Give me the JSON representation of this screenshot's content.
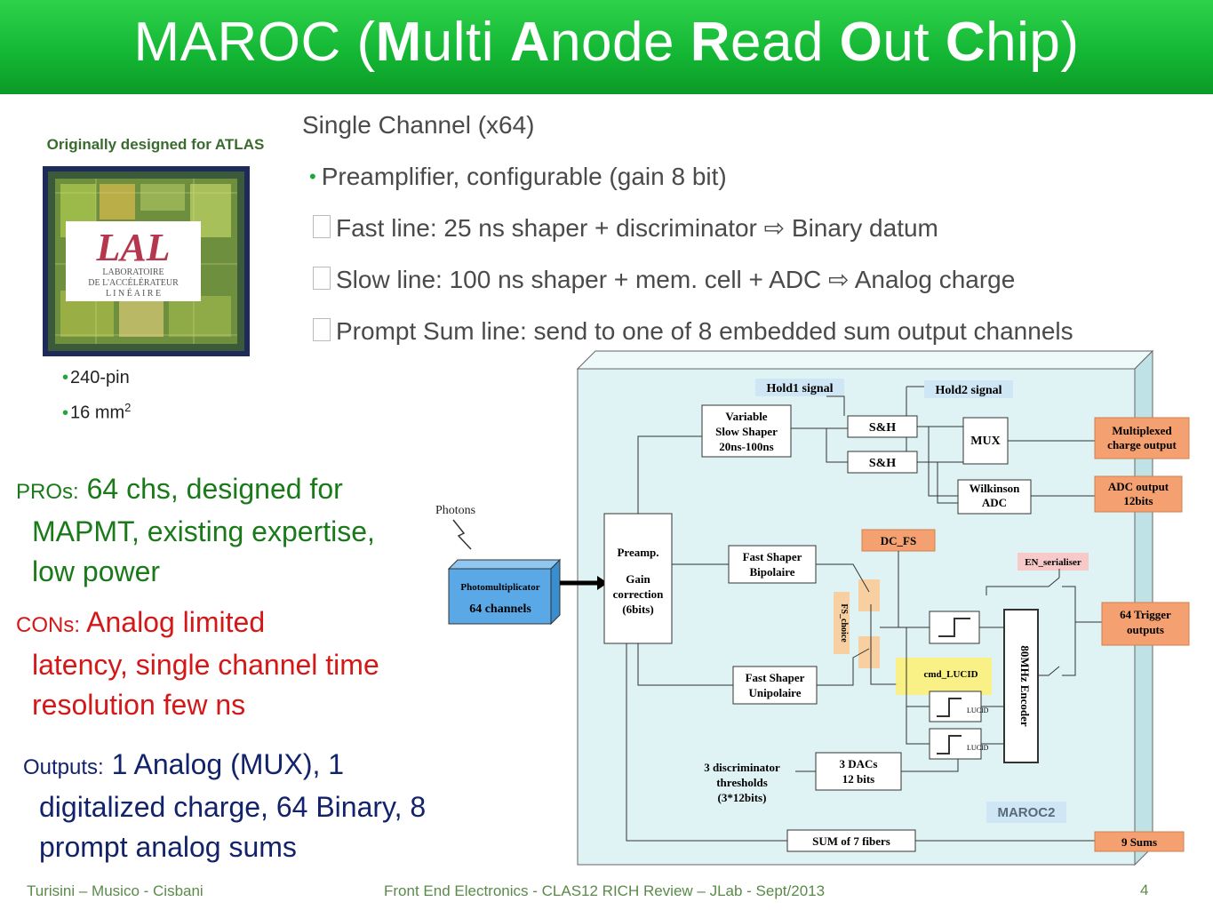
{
  "slide": {
    "title_parts": [
      {
        "t": "MAROC (",
        "b": false
      },
      {
        "t": "M",
        "b": true
      },
      {
        "t": "ulti ",
        "b": false
      },
      {
        "t": "A",
        "b": true
      },
      {
        "t": "node ",
        "b": false
      },
      {
        "t": "R",
        "b": true
      },
      {
        "t": "ead ",
        "b": false
      },
      {
        "t": "O",
        "b": true
      },
      {
        "t": "ut ",
        "b": false
      },
      {
        "t": "C",
        "b": true
      },
      {
        "t": "hip)",
        "b": false
      }
    ],
    "side_caption": "Originally designed for ATLAS",
    "chip_bullets": [
      "240-pin",
      "16 mm",
      "2"
    ],
    "main": {
      "heading": "Single Channel (x64)",
      "bullet": "Preamplifier, configurable (gain 8 bit)",
      "items": [
        "Fast line: 25 ns shaper + discriminator ⇨ Binary datum",
        "Slow line: 100 ns shaper + mem. cell + ADC ⇨ Analog charge",
        "Prompt Sum line: send to one of 8 embedded sum output channels"
      ]
    },
    "pros": {
      "label": "PROs:",
      "text": "64 chs, designed for",
      "cont": [
        "MAPMT, existing expertise,",
        "low power"
      ]
    },
    "cons": {
      "label": "CONs:",
      "text": "Analog limited",
      "cont": [
        "latency, single channel time",
        "resolution few ns"
      ]
    },
    "outputs": {
      "label": "Outputs:",
      "text": "1 Analog (MUX), 1",
      "cont": [
        "digitalized charge, 64 Binary, 8",
        "prompt analog sums"
      ]
    },
    "footer": {
      "authors": "Turisini – Musico - Cisbani",
      "center": "Front End Electronics - CLAS12 RICH Review – JLab - Sept/2013",
      "page": "4"
    }
  },
  "chip_logo": {
    "letters": "LAL",
    "line1": "LABORATOIRE",
    "line2": "DE L'ACCÉLÉRATEUR",
    "line3": "L I N É A I R E"
  },
  "diagram": {
    "photons": "Photons",
    "pmt": [
      "Photomultiplicator",
      "64 channels"
    ],
    "preamp": [
      "Preamp.",
      "Gain",
      "correction",
      "(6bits)"
    ],
    "hold1": "Hold1 signal",
    "hold2": "Hold2 signal",
    "slow_shaper": [
      "Variable",
      "Slow Shaper",
      "20ns-100ns"
    ],
    "sh1": "S&H",
    "sh2": "S&H",
    "mux": "MUX",
    "wilkinson": [
      "Wilkinson",
      "ADC"
    ],
    "out_mux": [
      "Multiplexed",
      "charge output"
    ],
    "out_adc": [
      "ADC output",
      "12bits"
    ],
    "dc_fs": "DC_FS",
    "en_serialiser": "EN_serialiser",
    "fast_bip": [
      "Fast Shaper",
      "Bipolaire"
    ],
    "fast_uni": [
      "Fast Shaper",
      "Unipolaire"
    ],
    "fs_choice": "FS_choice",
    "cmd_lucid": "cmd_LUCID",
    "lucid": "LUCID",
    "encoder": "80MHz Encoder",
    "out_trigger": [
      "64 Trigger",
      "outputs"
    ],
    "disc_thr": [
      "3 discriminator",
      "thresholds",
      "(3*12bits)"
    ],
    "dacs": [
      "3 DACs",
      "12 bits"
    ],
    "sum": "SUM of 7 fibers",
    "out_sums": "9 Sums",
    "maroc2": "MAROC2",
    "colors": {
      "panel": "#dff3f5",
      "orange": "#f4a070",
      "pink": "#f7c9c9",
      "tan": "#f7cfa0",
      "yellow": "#fff06a",
      "pmt": "#5aa9e6"
    }
  }
}
